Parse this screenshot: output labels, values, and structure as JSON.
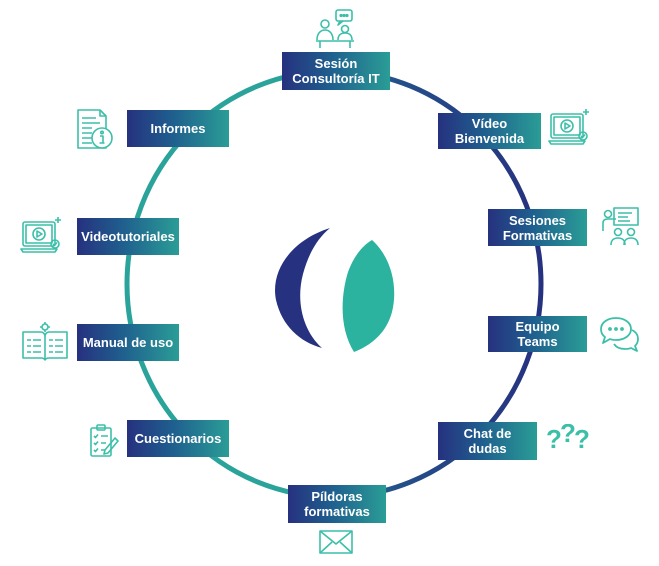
{
  "items": [
    {
      "id": "sesion",
      "label": "Sesión\nConsultoría IT",
      "icon": "consulting-meeting-icon"
    },
    {
      "id": "video",
      "label": "Vídeo\nBienvenida",
      "icon": "video-monitor-icon"
    },
    {
      "id": "sesiones",
      "label": "Sesiones\nFormativas",
      "icon": "presentation-training-icon"
    },
    {
      "id": "equipo",
      "label": "Equipo\nTeams",
      "icon": "chat-bubbles-icon"
    },
    {
      "id": "chat",
      "label": "Chat de\ndudas",
      "icon": "question-marks-icon"
    },
    {
      "id": "pildoras",
      "label": "Píldoras\nformativas",
      "icon": "envelope-icon"
    },
    {
      "id": "cuestionarios",
      "label": "Cuestionarios",
      "icon": "clipboard-checklist-icon"
    },
    {
      "id": "manual",
      "label": "Manual de uso",
      "icon": "manual-book-icon"
    },
    {
      "id": "videotutoriales",
      "label": "Videotutoriales",
      "icon": "video-tutorial-icon"
    },
    {
      "id": "informes",
      "label": "Informes",
      "icon": "report-document-icon"
    }
  ],
  "colors": {
    "teal": "#2bb3a0",
    "navy": "#26317f",
    "icon": "#3cbfa9"
  },
  "center_logo": "logo-icon"
}
